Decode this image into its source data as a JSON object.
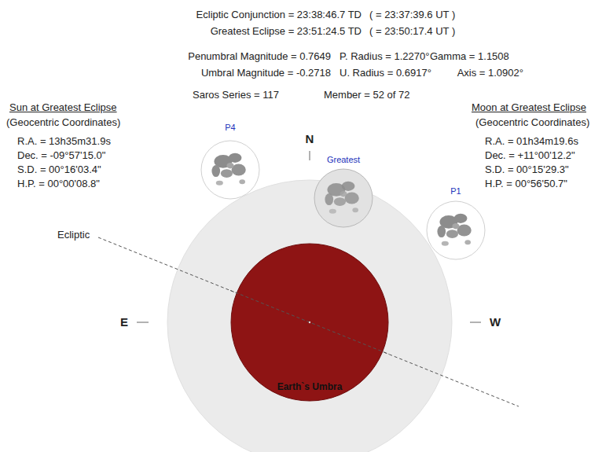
{
  "diagram": {
    "nodes": [
      {
        "text": [
          "P4"
        ]
      },
      {
        "text": [
          "Greatest"
        ]
      },
      {
        "text": [
          "P1"
        ]
      },
      {
        "text": [
          "Earth`s Umbra"
        ]
      }
    ],
    "labels": [
      "Ecliptic Conjunction = 23:38:46.7 TD",
      "( = 23:37:39.6 UT )",
      "Greatest Eclipse = 23:51:24.5 TD",
      "( = 23:50:17.4 UT )",
      "Penumbral Magnitude = 0.7649",
      "P. Radius = 1.2270°",
      "Gamma = 1.1508",
      "Umbral Magnitude = -0.2718",
      "U. Radius = 0.6917°",
      "Axis = 1.0902°",
      "Saros Series = 117",
      "Member = 52 of 72",
      "Sun at Greatest Eclipse",
      "(Geocentric Coordinates)",
      "R.A. = 13h35m31.9s",
      "Dec. = -09°57'15.0\"",
      "S.D. = 00°16'03.4\"",
      "H.P. = 00°00'08.8\"",
      "Moon at Greatest Eclipse",
      "(Geocentric Coordinates)",
      "R.A. = 01h34m19.6s",
      "Dec. = +11°00'12.2\"",
      "S.D. = 00°15'29.3\"",
      "H.P. = 00°56'50.7\"",
      "N",
      "E",
      "W",
      "Ecliptic"
    ]
  }
}
